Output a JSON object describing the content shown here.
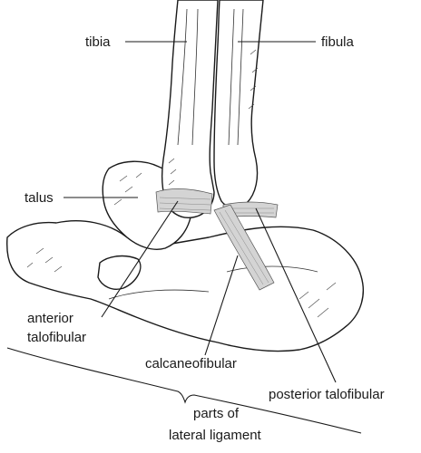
{
  "labels": {
    "tibia": "tibia",
    "fibula": "fibula",
    "talus": "talus",
    "anterior_line1": "anterior",
    "anterior_line2": "talofibular",
    "calcaneofibular": "calcaneofibular",
    "posterior": "posterior talofibular",
    "parts_line1": "parts of",
    "parts_line2": "lateral ligament"
  }
}
